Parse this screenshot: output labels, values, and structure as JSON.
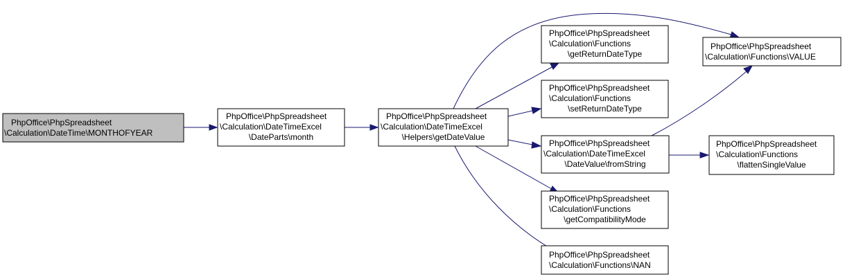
{
  "colors": {
    "edge": "#191970",
    "root_fill": "#bfbfbf",
    "node_fill": "#ffffff",
    "node_border": "#000000"
  },
  "nodes": {
    "monthofyear": [
      "PhpOffice\\PhpSpreadsheet",
      "\\Calculation\\DateTime\\MONTHOFYEAR"
    ],
    "month": [
      "PhpOffice\\PhpSpreadsheet",
      "\\Calculation\\DateTimeExcel",
      "\\DateParts\\month"
    ],
    "getdatevalue": [
      "PhpOffice\\PhpSpreadsheet",
      "\\Calculation\\DateTimeExcel",
      "\\Helpers\\getDateValue"
    ],
    "getreturndatetype": [
      "PhpOffice\\PhpSpreadsheet",
      "\\Calculation\\Functions",
      "\\getReturnDateType"
    ],
    "setreturndatetype": [
      "PhpOffice\\PhpSpreadsheet",
      "\\Calculation\\Functions",
      "\\setReturnDateType"
    ],
    "fromstring": [
      "PhpOffice\\PhpSpreadsheet",
      "\\Calculation\\DateTimeExcel",
      "\\DateValue\\fromString"
    ],
    "getcompatibilitymode": [
      "PhpOffice\\PhpSpreadsheet",
      "\\Calculation\\Functions",
      "\\getCompatibilityMode"
    ],
    "nan": [
      "PhpOffice\\PhpSpreadsheet",
      "\\Calculation\\Functions\\NAN"
    ],
    "value": [
      "PhpOffice\\PhpSpreadsheet",
      "\\Calculation\\Functions\\VALUE"
    ],
    "flattensinglevalue": [
      "PhpOffice\\PhpSpreadsheet",
      "\\Calculation\\Functions",
      "\\flattenSingleValue"
    ]
  }
}
